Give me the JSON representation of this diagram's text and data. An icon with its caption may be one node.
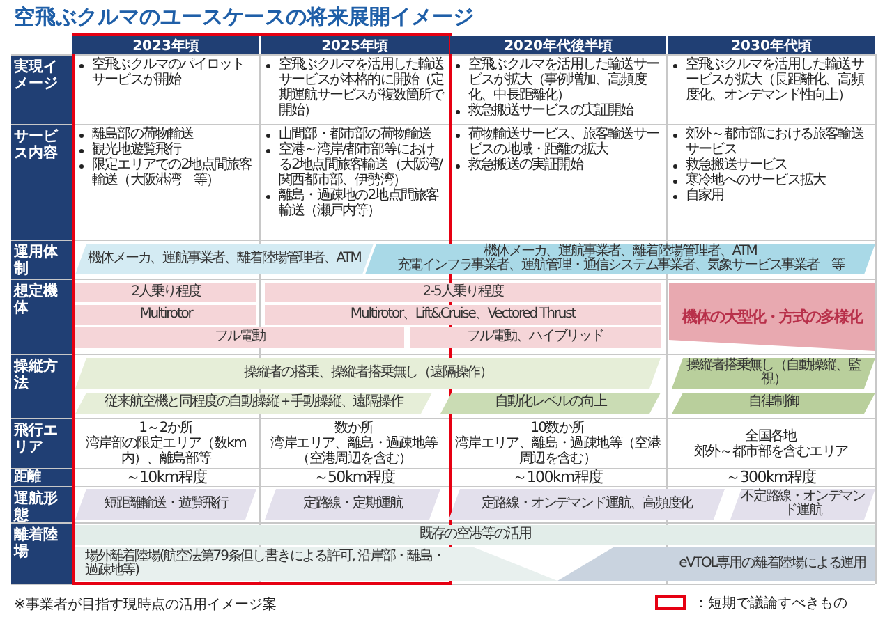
{
  "diagram": {
    "title": "空飛ぶクルマのユースケースの将来展開イメージ",
    "caption": "※事業者が目指す現時点の活用イメージ案",
    "nodes": [
      {
        "text": [
          "機体メーカ、運航事業者、離着陸場管理者、ATM"
        ]
      },
      {
        "text": [
          "機体メーカ、運航事業者、離着陸場管理者、ATM",
          "充電インフラ事業者、運航管理・通信システム事業者、気象サービス事業者　等"
        ]
      },
      {
        "text": [
          "2人乗り程度"
        ]
      },
      {
        "text": [
          "2-5人乗り程度"
        ]
      },
      {
        "text": [
          "機体の大型化・方式の多様化"
        ]
      },
      {
        "text": [
          "Multirotor"
        ]
      },
      {
        "text": [
          "Multirotor、Lift&Cruise、Vectored Thrust"
        ]
      },
      {
        "text": [
          "フル電動"
        ]
      },
      {
        "text": [
          "フル電動、ハイブリッド"
        ]
      },
      {
        "text": [
          "操縦者の搭乗、操縦者搭乗無し（遠隔操作）"
        ]
      },
      {
        "text": [
          "操縦者搭乗無し（自動操縦、監視）"
        ]
      },
      {
        "text": [
          "従来航空機と同程度の自動操縦＋手動操縦、遠隔操作"
        ]
      },
      {
        "text": [
          "自動化レベルの向上"
        ]
      },
      {
        "text": [
          "自律制御"
        ]
      },
      {
        "text": [
          "短距離輸送・遊覧飛行"
        ]
      },
      {
        "text": [
          "定路線・定期運航"
        ]
      },
      {
        "text": [
          "定路線・オンデマンド運航、高頻度化"
        ]
      },
      {
        "text": [
          "不定路線・オンデマンド運航"
        ]
      },
      {
        "text": [
          "既存の空港等の活用"
        ]
      },
      {
        "text": [
          "場外離着陸場(航空法第79条但し書きによる許可, 沿岸部・離島・過疎地等)"
        ]
      },
      {
        "text": [
          "eVTOL専用の離着陸場による運用"
        ]
      }
    ],
    "labels": [
      "2023年頃",
      "2025年頃",
      "2020年代後半頃",
      "2030年代頃",
      "実現イメージ",
      "空飛ぶクルマのパイロットサービスが開始",
      "空飛ぶクルマを活用した輸送サービスが本格的に開始（定期運航サービスが複数箇所で開始）",
      "空飛ぶクルマを活用した輸送サービスが拡大（事例増加、高頻度化、中長距離化）",
      "救急搬送サービスの実証開始",
      "空飛ぶクルマを活用した輸送サービスが拡大（長距離化、高頻度化、オンデマンド性向上）",
      "サービス内容",
      "離島部の荷物輸送",
      "観光地遊覧飛行",
      "限定エリアでの2地点間旅客輸送（大阪港湾　等）",
      "山間部・都市部の荷物輸送",
      "空港～湾岸/都市部等における2地点間旅客輸送（大阪湾/関西都市部、伊勢湾）",
      "離島・過疎地の2地点間旅客輸送（瀬戸内等）",
      "荷物輸送サービス、旅客輸送サービスの地域・距離の拡大",
      "救急搬送の実証開始",
      "郊外～都市部における旅客輸送サービス",
      "救急搬送サービス",
      "寒冷地へのサービス拡大",
      "自家用",
      "運用体制",
      "想定機体",
      "操縦方法",
      "飛行エリア",
      "1～2か所",
      "湾岸部の限定エリア（数km内）、離島部等",
      "数か所",
      "湾岸エリア、離島・過疎地等（空港周辺を含む）",
      "10数か所",
      "湾岸エリア、離島・過疎地等（空港周辺を含む）",
      "全国各地",
      "郊外～都市部を含むエリア",
      "距離",
      "～10km程度",
      "～50km程度",
      "～100km程度",
      "～300km程度",
      "運航形態",
      "離着陸場"
    ],
    "legend": [
      {
        "text": "：短期で議論すべきもの"
      }
    ]
  }
}
